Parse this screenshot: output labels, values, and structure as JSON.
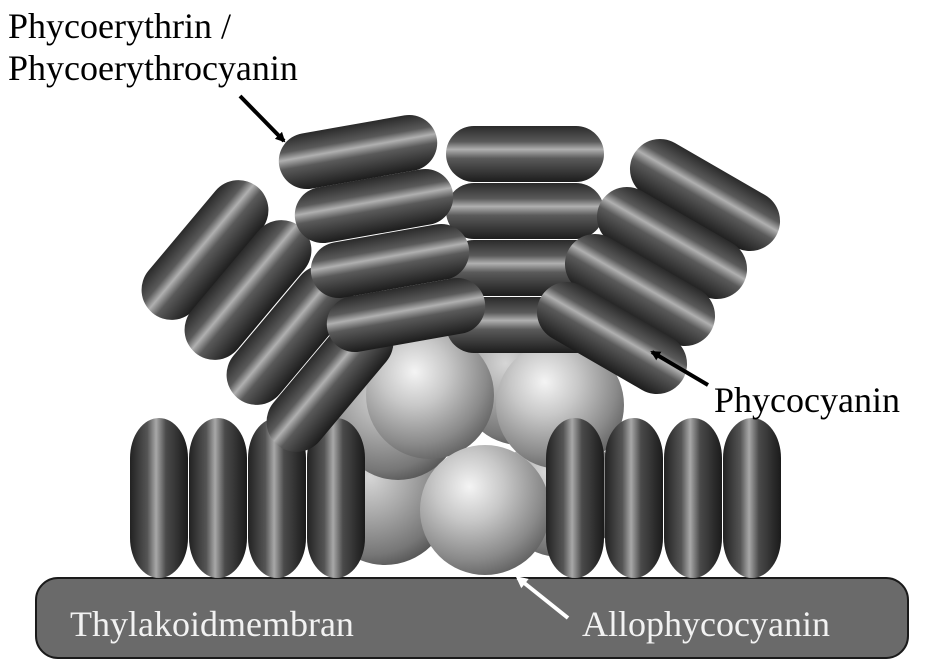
{
  "labels": {
    "phycoerythrin_line1": "Phycoerythrin /",
    "phycoerythrin_line2": "Phycoerythrocyanin",
    "phycocyanin": "Phycocyanin",
    "thylakoid": "Thylakoidmembran",
    "allophycocyanin": "Allophycocyanin"
  }
}
